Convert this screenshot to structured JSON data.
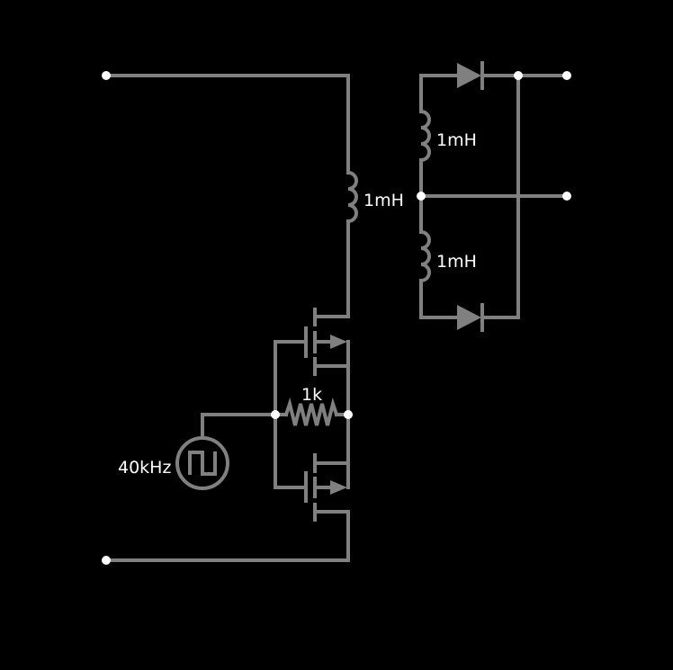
{
  "colors": {
    "background": "#000000",
    "wire": "#808080",
    "label": "#ffffff",
    "node": "#ffffff"
  },
  "components": {
    "primary_inductor": {
      "label": "1mH"
    },
    "secondary_inductor_top": {
      "label": "1mH"
    },
    "secondary_inductor_bottom": {
      "label": "1mH"
    },
    "gate_resistor": {
      "label": "1k"
    },
    "clock_source": {
      "label": "40kHz",
      "icon": "square-wave-icon"
    },
    "diode_top": {
      "icon": "diode-icon"
    },
    "diode_bottom": {
      "icon": "diode-icon"
    },
    "mosfet_top": {
      "icon": "nmos-icon"
    },
    "mosfet_bottom": {
      "icon": "nmos-icon"
    }
  }
}
